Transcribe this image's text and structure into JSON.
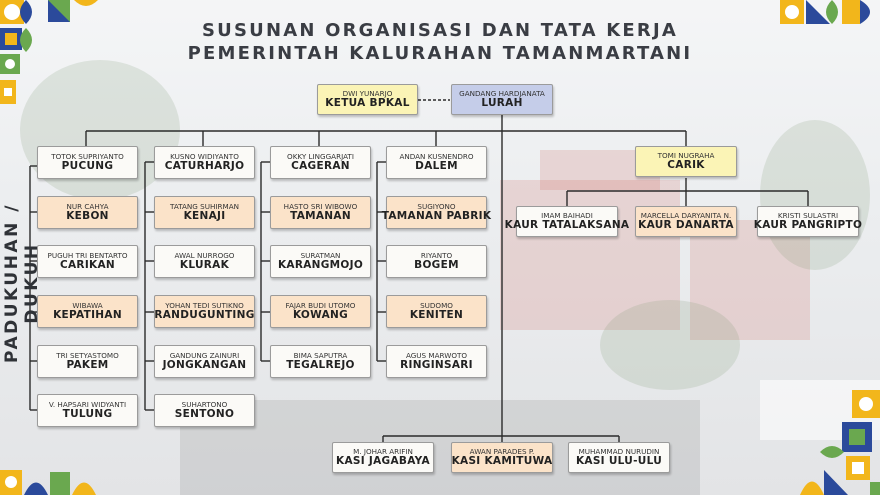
{
  "title": {
    "line1": "SUSUNAN ORGANISASI DAN TATA KERJA",
    "line2": "PEMERINTAH KALURAHAN TAMANMARTANI"
  },
  "side_label": "PADUKUHAN / DUKUH",
  "colors": {
    "white_box": "#fbfaf7",
    "peach_box": "#fbe3c9",
    "yellow_box": "#fbf4b6",
    "blue_box": "#c5cde9",
    "title_text": "#3a3d44",
    "lines": "#2b2b2b"
  },
  "top": {
    "ketua": {
      "name": "DWI YUNARJO",
      "role": "KETUA BPKAL"
    },
    "lurah": {
      "name": "GANDANG HARDJANATA",
      "role": "LURAH"
    }
  },
  "carik": {
    "head": {
      "name": "TOMI NUGRAHA",
      "role": "CARIK"
    },
    "kaur": [
      {
        "name": "IMAM BAIHADI",
        "role": "KAUR TATALAKSANA"
      },
      {
        "name": "MARCELLA DARYANITA N.",
        "role": "KAUR DANARTA"
      },
      {
        "name": "KRISTI SULASTRI",
        "role": "KAUR PANGRIPTO"
      }
    ]
  },
  "kasi": [
    {
      "name": "M. JOHAR ARIFIN",
      "role": "KASI JAGABAYA"
    },
    {
      "name": "AWAN PARADES P.",
      "role": "KASI KAMITUWA"
    },
    {
      "name": "MUHAMMAD NURUDIN",
      "role": "KASI ULU-ULU"
    }
  ],
  "dukuh": [
    [
      {
        "name": "TOTOK SUPRIYANTO",
        "role": "PUCUNG"
      },
      {
        "name": "NUR CAHYA",
        "role": "KEBON"
      },
      {
        "name": "PUGUH TRI BENTARTO",
        "role": "CARIKAN"
      },
      {
        "name": "WIBAWA",
        "role": "KEPATIHAN"
      },
      {
        "name": "TRI SETYASTOMO",
        "role": "PAKEM"
      },
      {
        "name": "V. HAPSARI WIDYANTI",
        "role": "TULUNG"
      }
    ],
    [
      {
        "name": "KUSNO WIDIYANTO",
        "role": "CATURHARJO"
      },
      {
        "name": "TATANG SUHIRMAN",
        "role": "KENAJI"
      },
      {
        "name": "AWAL NURROGO",
        "role": "KLURAK"
      },
      {
        "name": "YOHAN TEDI SUTIKNO",
        "role": "RANDUGUNTING"
      },
      {
        "name": "GANDUNG ZAINURI",
        "role": "JONGKANGAN"
      },
      {
        "name": "SUHARTONO",
        "role": "SENTONO"
      }
    ],
    [
      {
        "name": "OKKY LINGGARJATI",
        "role": "CAGERAN"
      },
      {
        "name": "HASTO SRI WIBOWO",
        "role": "TAMANAN"
      },
      {
        "name": "SURATMAN",
        "role": "KARANGMOJO"
      },
      {
        "name": "FAJAR BUDI UTOMO",
        "role": "KOWANG"
      },
      {
        "name": "BIMA SAPUTRA",
        "role": "TEGALREJO"
      }
    ],
    [
      {
        "name": "ANDAN KUSNENDRO",
        "role": "DALEM"
      },
      {
        "name": "SUGIYONO",
        "role": "TAMANAN PABRIK"
      },
      {
        "name": "RIYANTO",
        "role": "BOGEM"
      },
      {
        "name": "SUDOMO",
        "role": "KENITEN"
      },
      {
        "name": "AGUS MARWOTO",
        "role": "RINGINSARI"
      }
    ]
  ]
}
